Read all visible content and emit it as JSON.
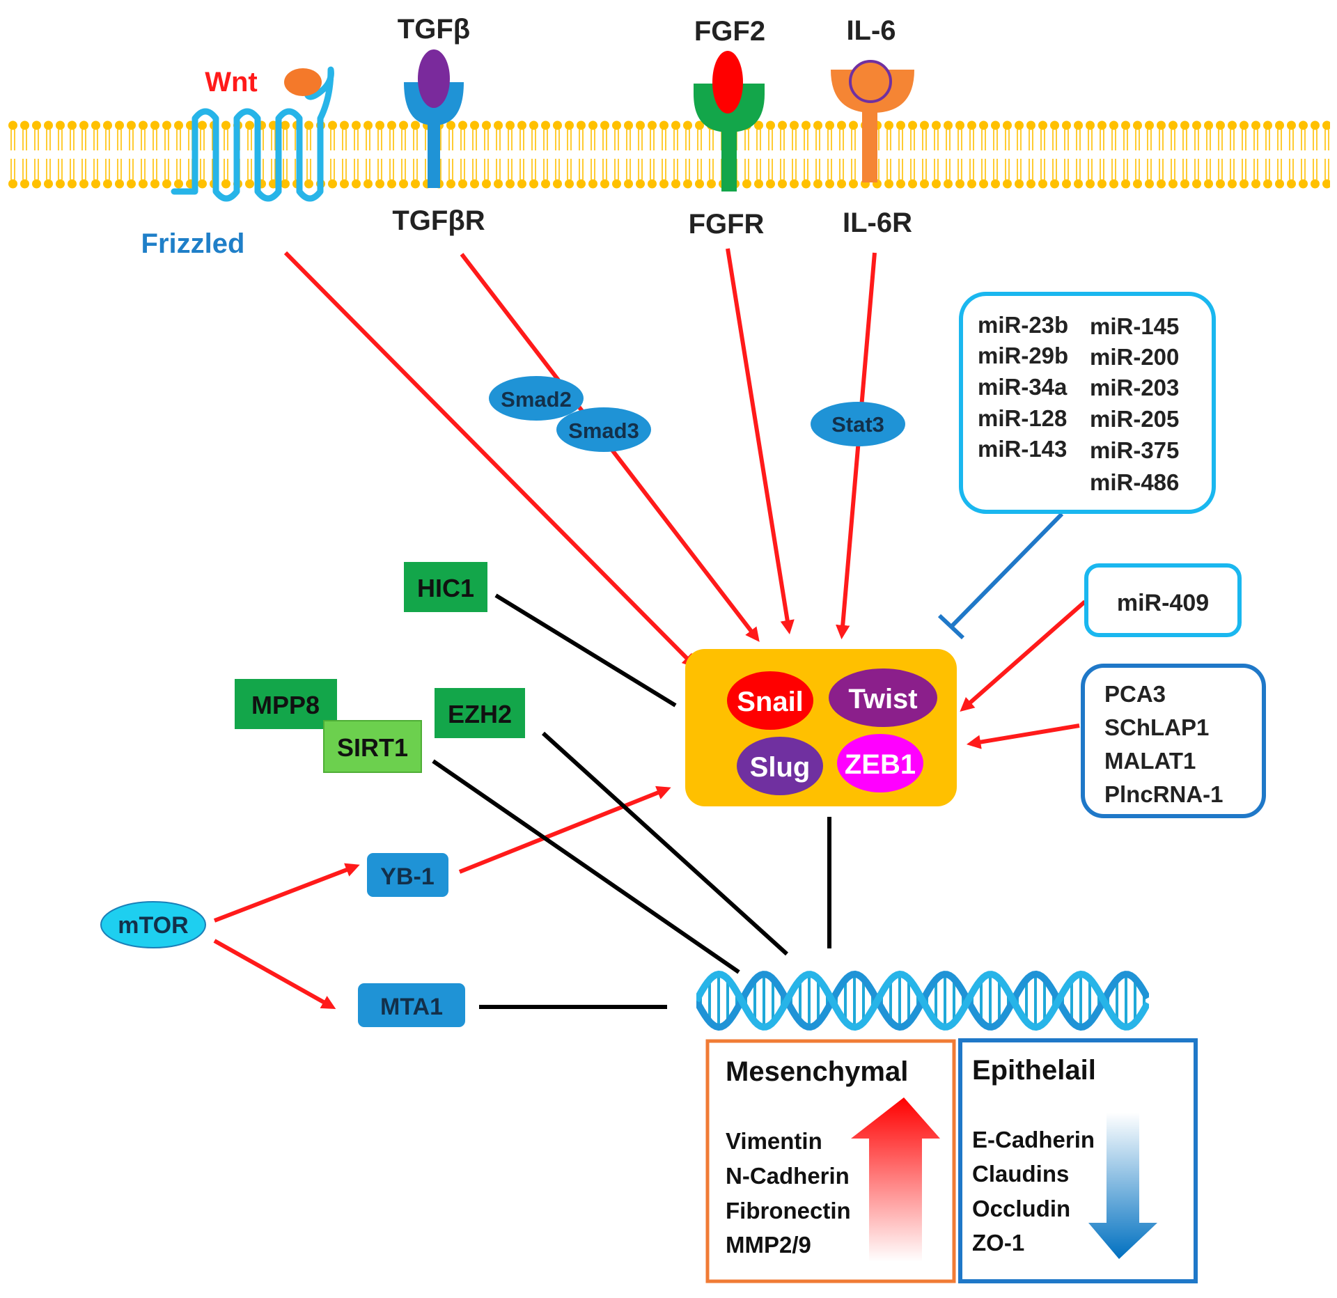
{
  "ligands": {
    "wnt": "Wnt",
    "tgfb": "TGFβ",
    "fgf2": "FGF2",
    "il6": "IL-6"
  },
  "receptors": {
    "frizzled": "Frizzled",
    "tgfbr": "TGFβR",
    "fgfr": "FGFR",
    "il6r": "IL-6R"
  },
  "mediators": {
    "smad2": "Smad2",
    "smad3": "Smad3",
    "stat3": "Stat3"
  },
  "mirna_group": [
    "miR-23b",
    "miR-29b",
    "miR-34a",
    "miR-128",
    "miR-143",
    "miR-145",
    "miR-200",
    "miR-203",
    "miR-205",
    "miR-375",
    "miR-486"
  ],
  "mir409": "miR-409",
  "lncrna": [
    "PCA3",
    "SChLAP1",
    "MALAT1",
    "PlncRNA-1"
  ],
  "tfs": {
    "snail": "Snail",
    "twist": "Twist",
    "slug": "Slug",
    "zeb1": "ZEB1"
  },
  "regulators": {
    "hic1": "HIC1",
    "mpp8": "MPP8",
    "sirt1": "SIRT1",
    "ezh2": "EZH2",
    "yb1": "YB-1",
    "mtor": "mTOR",
    "mta1": "MTA1"
  },
  "markers": {
    "mesenchymal": {
      "title": "Mesenchymal",
      "items": [
        "Vimentin",
        "N-Cadherin",
        "Fibronectin",
        "MMP2/9"
      ]
    },
    "epithelial": {
      "title": "Epithelail",
      "items": [
        "E-Cadherin",
        "Claudins",
        "Occludin",
        "ZO-1"
      ]
    }
  },
  "colors": {
    "activation": "#ff1a1a",
    "repression_black": "#000000",
    "repression_blue": "#1f78c8",
    "tf_box": "#ffc000",
    "membrane": "#ffc000",
    "blue_node": "#1f93d6",
    "green_node": "#13a64a",
    "light_green_node": "#6cd04e",
    "mtor": "#1ecff0"
  }
}
